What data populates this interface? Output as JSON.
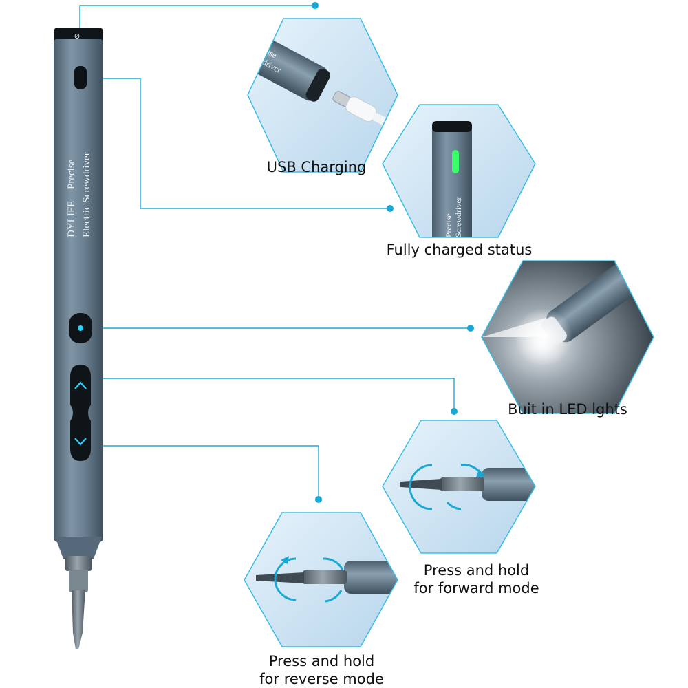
{
  "colors": {
    "accent": "#1aa8d4",
    "hex_border": "#38bde6",
    "pen_body": "#6f8596",
    "led": "#39ff6a"
  },
  "pen": {
    "brand": "DYLIFE",
    "name_line1": "Precise",
    "name_line2": "Electric Screwdriver",
    "cap_mark": "⊘"
  },
  "features": {
    "usb_label": "USB Charging",
    "charged_label": "Fully charged status",
    "charged_pen_text_1": "Precise",
    "charged_pen_text_2": "Screwdriver",
    "usb_pen_text_1": "ise",
    "usb_pen_text_2": "driver",
    "led_label": "Buit in LED lghts",
    "forward_label_1": "Press and hold",
    "forward_label_2": "for forward mode",
    "reverse_label_1": "Press and hold",
    "reverse_label_2": "for reverse mode"
  },
  "icons": {
    "light_button": "light-button-icon",
    "up_button": "chevron-up-icon",
    "down_button": "chevron-down-icon",
    "charge_led": "led-indicator-icon",
    "usb_plug": "usb-c-plug-icon"
  }
}
